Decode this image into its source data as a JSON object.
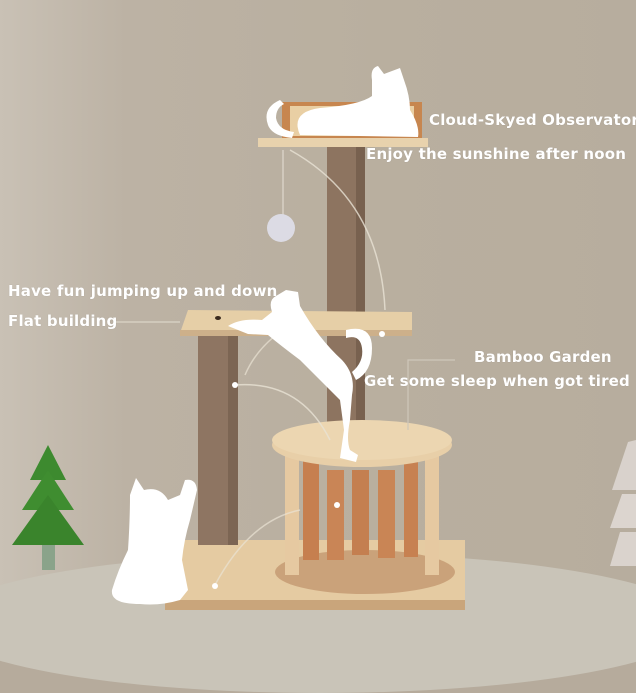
{
  "image": {
    "subject": "Wooden cat tree with multiple levels and white cat silhouettes",
    "background_color": "#b9af9f",
    "wood_color": "#e3c9a0",
    "sisal_post_color": "#8e7560",
    "tree_decor_color": "#3f8a2e"
  },
  "labels": {
    "top_title": "Cloud-Skyed Observatory",
    "top_subtitle": "Enjoy the sunshine after noon",
    "middle_title": "Have fun jumping up and down",
    "middle_subtitle": "Flat building",
    "bottom_title": "Bamboo Garden",
    "bottom_subtitle": "Get some sleep when got tired"
  }
}
